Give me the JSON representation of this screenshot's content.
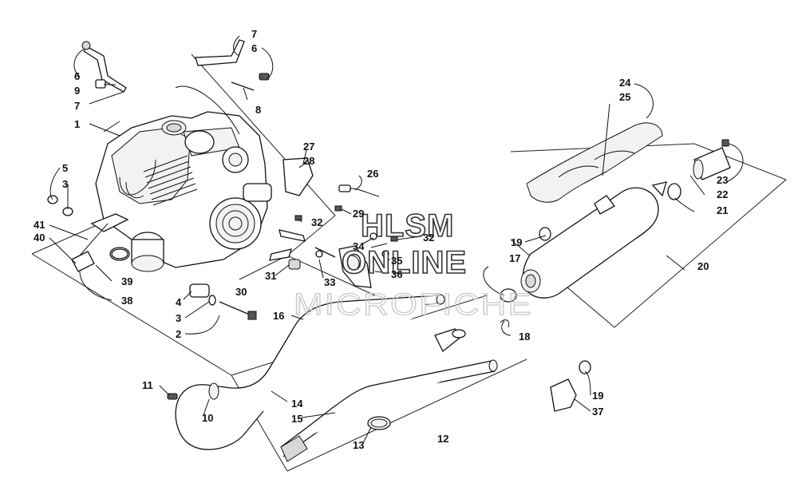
{
  "watermark": {
    "line1": "HLSM",
    "line2": "ONLINE",
    "line3": "MICROFICHE"
  },
  "callouts": {
    "c1": "1",
    "c2": "2",
    "c3a": "3",
    "c3b": "3",
    "c4": "4",
    "c5": "5",
    "c6a": "6",
    "c6b": "6",
    "c7a": "7",
    "c7b": "7",
    "c8": "8",
    "c9": "9",
    "c10": "10",
    "c11": "11",
    "c12": "12",
    "c13": "13",
    "c14": "14",
    "c15": "15",
    "c16": "16",
    "c17": "17",
    "c18": "18",
    "c19a": "19",
    "c19b": "19",
    "c20": "20",
    "c21": "21",
    "c22": "22",
    "c23": "23",
    "c24": "24",
    "c25": "25",
    "c26": "26",
    "c27": "27",
    "c28": "28",
    "c29": "29",
    "c30": "30",
    "c31": "31",
    "c32a": "32",
    "c32b": "32",
    "c33": "33",
    "c34": "34",
    "c35": "35",
    "c36": "36",
    "c37": "37",
    "c38": "38",
    "c39": "39",
    "c40": "40",
    "c41": "41"
  }
}
